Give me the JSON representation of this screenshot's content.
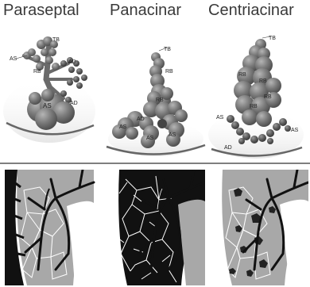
{
  "columns": [
    {
      "title": "Paraseptal"
    },
    {
      "title": "Panacinar"
    },
    {
      "title": "Centriacinar"
    }
  ],
  "labels": {
    "paraseptal": {
      "tb": "TB",
      "as_top": "AS",
      "rb": "RB",
      "ad_top": "AD",
      "as_main": "AS",
      "ad_bottom": "AD"
    },
    "panacinar": {
      "tb": "TB",
      "rb_top": "RB",
      "rb_mid": "RB",
      "ad": "AD",
      "as_left": "AS",
      "as_mid": "AS",
      "as_right": "AS"
    },
    "centriacinar": {
      "tb": "TB",
      "rb1": "RB",
      "rb2": "RB",
      "rb3": "RB",
      "rb4": "RB",
      "as_left": "AS",
      "ad": "AD",
      "as_right": "AS"
    }
  }
}
